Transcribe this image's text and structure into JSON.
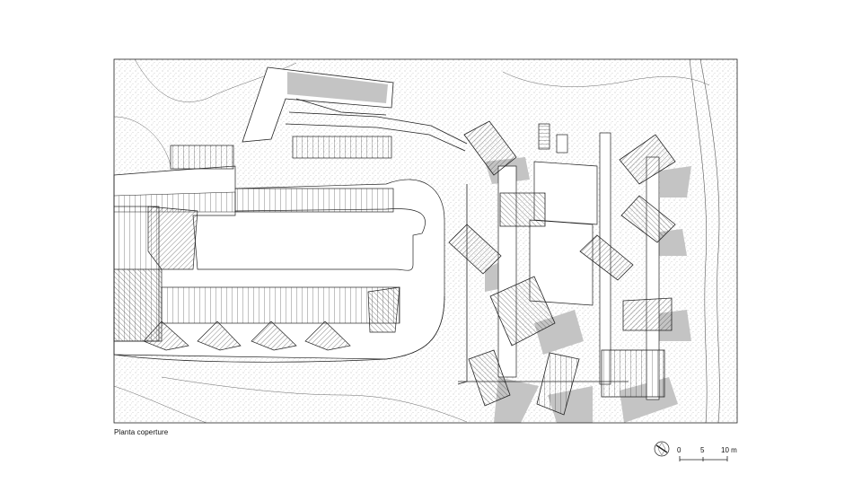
{
  "drawing": {
    "caption": "Planta coperture"
  },
  "scale_bar": {
    "ticks": [
      "0",
      "5",
      "10 m"
    ]
  },
  "colors": {
    "line": "#222222",
    "shadow": "#c4c4c4",
    "stipple": "#9a9a9a",
    "background": "#ffffff"
  },
  "icons": {
    "north_arrow": "north-arrow-icon"
  }
}
